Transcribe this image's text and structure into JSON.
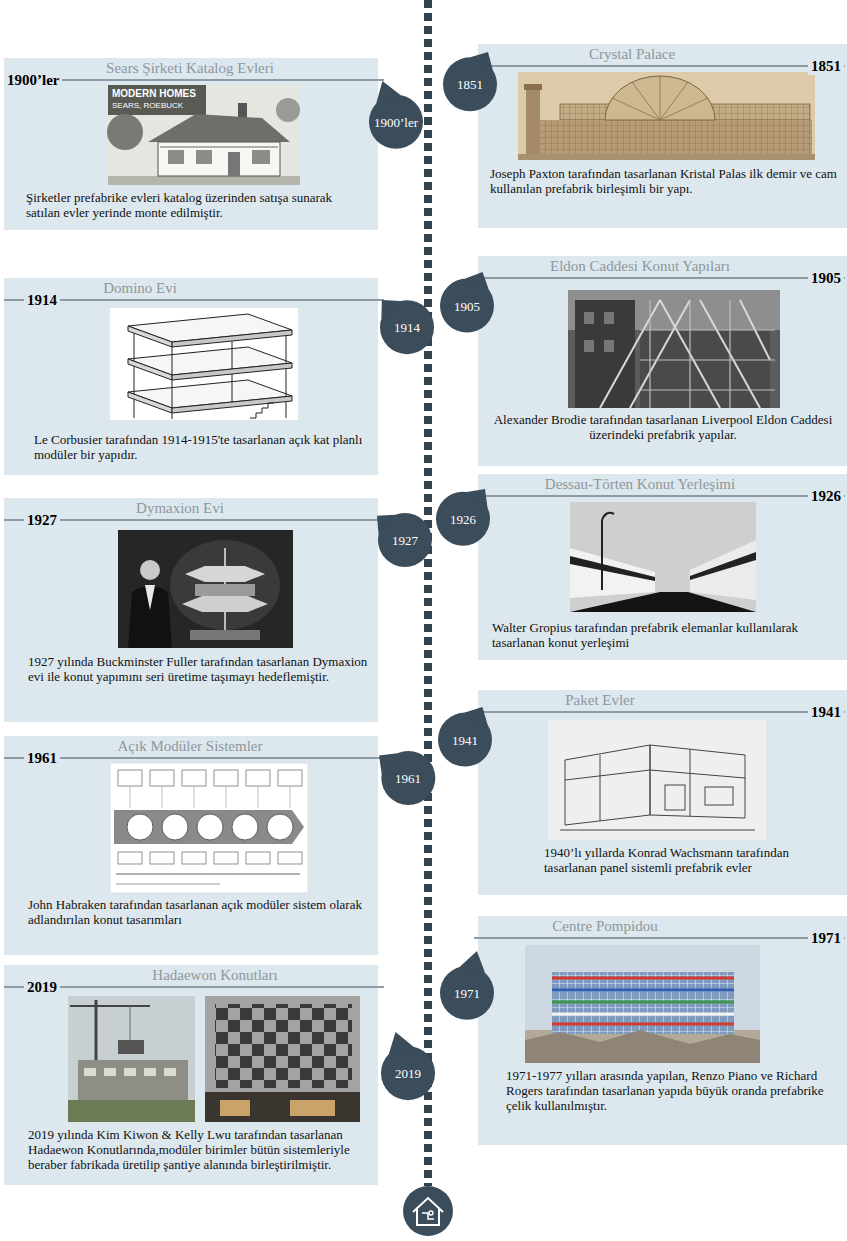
{
  "diagram": {
    "nodes": [
      {
        "text": [
          "1900’ler",
          "Sears Şirketi Katalog Evleri",
          "Şirketler prefabrike evleri katalog üzerinden satışa sunarak satılan evler yerinde monte edilmiştir."
        ]
      },
      {
        "text": [
          "1900’ler"
        ]
      },
      {
        "text": [
          "1851"
        ]
      },
      {
        "text": [
          "Crystal Palace",
          "1851",
          "Joseph Paxton tarafından tasarlanan Kristal Palas ilk demir ve cam kullanılan prefabrik birleşimli bir yapı."
        ]
      },
      {
        "text": [
          "1914",
          "Domino Evi",
          "Le Corbusier tarafından 1914-1915'te tasarlanan açık kat planlı modüler bir yapıdır."
        ]
      },
      {
        "text": [
          "1914"
        ]
      },
      {
        "text": [
          "1905"
        ]
      },
      {
        "text": [
          "Eldon Caddesi Konut Yapıları",
          "1905",
          "Alexander Brodie tarafından tasarlanan Liverpool Eldon Caddesi üzerindeki prefabrik yapılar."
        ]
      },
      {
        "text": [
          "1927",
          "Dymaxion Evi",
          "1927 yılında Buckminster Fuller tarafından tasarlanan Dymaxion evi ile konut yapımını seri üretime taşımayı hedeflemiştir."
        ]
      },
      {
        "text": [
          "1927"
        ]
      },
      {
        "text": [
          "1926"
        ]
      },
      {
        "text": [
          "Dessau-Törten Konut Yerleşimi",
          "1926",
          "Walter Gropius tarafından prefabrik elemanlar kullanılarak tasarlanan konut yerleşimi"
        ]
      },
      {
        "text": [
          "1961",
          "Açık Modüler Sistemler",
          "John Habraken tarafından tasarlanan açık modüler sistem olarak adlandırılan konut tasarımları"
        ]
      },
      {
        "text": [
          "1961"
        ]
      },
      {
        "text": [
          "1941"
        ]
      },
      {
        "text": [
          "Paket Evler",
          "1941",
          "1940’lı yıllarda Konrad Wachsmann tarafından tasarlanan panel sistemli prefabrik evler"
        ]
      },
      {
        "text": [
          "2019",
          "Hadaewon Konutları",
          "2019 yılında Kim Kiwon & Kelly Lwu tarafından tasarlanan Hadaewon Konutlarında,modüler birimler bütün sistemleriyle beraber fabrikada üretilip şantiye alanında birleştirilmiştir."
        ]
      },
      {
        "text": [
          "2019"
        ]
      },
      {
        "text": [
          "1971"
        ]
      },
      {
        "text": [
          "Centre Pompidou",
          "1971",
          "1971-1977 yılları arasında yapılan, Renzo Piano ve Richard Rogers tarafından tasarlanan yapıda büyük oranda prefabrike çelik kullanılmıştır."
        ]
      }
    ],
    "labels": [
      "MODERN HOMES",
      "SEARS, ROEBUCK"
    ]
  }
}
